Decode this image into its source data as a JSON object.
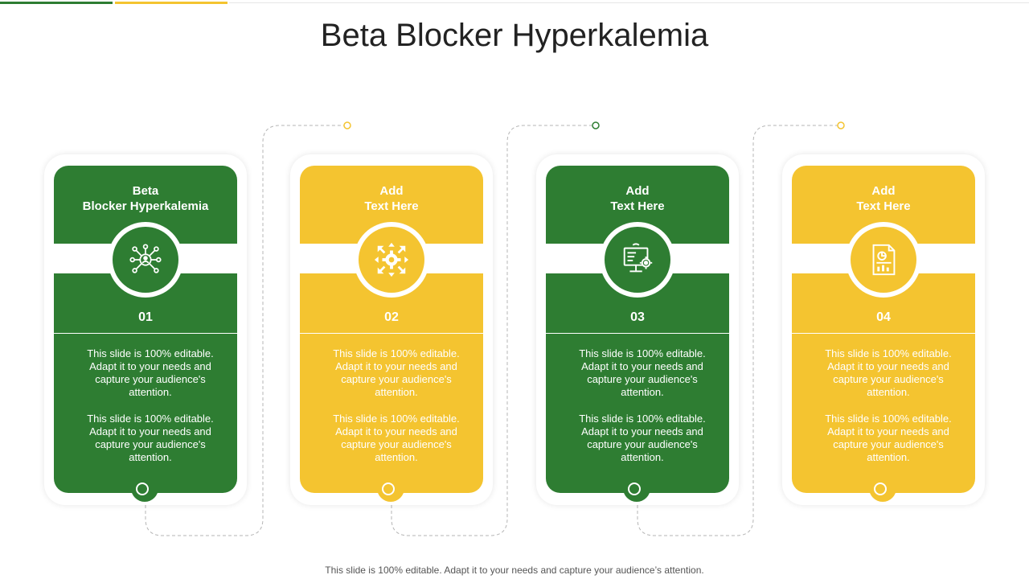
{
  "slide": {
    "title": "Beta Blocker Hyperkalemia",
    "footer": "This slide is 100% editable. Adapt it to your needs and capture your audience’s attention."
  },
  "colors": {
    "green": "#2e7d32",
    "yellow": "#f4c430"
  },
  "cards": [
    {
      "title": "Beta\nBlocker Hyperkalemia",
      "number": "01",
      "icon": "iot-network-icon",
      "paragraphs": [
        "This slide is 100% editable. Adapt it to your needs and capture your audience's attention.",
        "This slide is 100% editable. Adapt it to your needs and capture your audience's attention."
      ]
    },
    {
      "title": "Add\nText Here",
      "number": "02",
      "icon": "gear-arrows-icon",
      "paragraphs": [
        "This slide is 100% editable. Adapt it to your needs and capture your audience's attention.",
        "This slide is 100% editable. Adapt it to your needs and capture your audience's attention."
      ]
    },
    {
      "title": "Add\nText Here",
      "number": "03",
      "icon": "monitor-gear-icon",
      "paragraphs": [
        "This slide is 100% editable. Adapt it to your needs and capture your audience's attention.",
        "This slide is 100% editable. Adapt it to your needs and capture your audience's attention."
      ]
    },
    {
      "title": "Add\nText Here",
      "number": "04",
      "icon": "report-document-icon",
      "paragraphs": [
        "This slide is 100% editable. Adapt it to your needs and capture your audience's attention.",
        "This slide is 100% editable. Adapt it to your needs and capture your audience's attention."
      ]
    }
  ]
}
